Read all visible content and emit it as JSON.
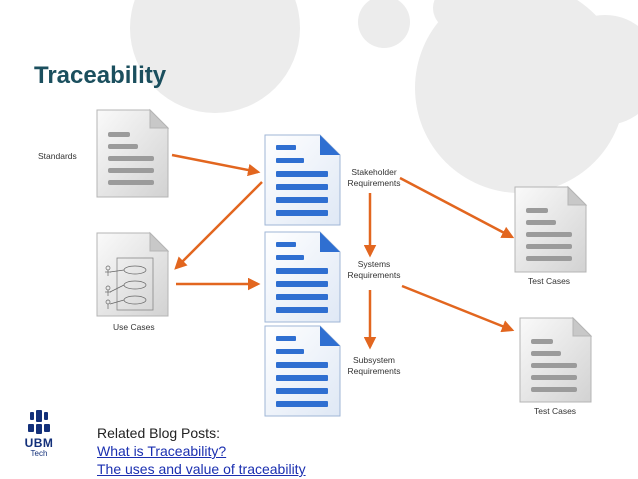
{
  "title": "Traceability",
  "diagram": {
    "standards": "Standards",
    "use_cases": "Use Cases",
    "stakeholder": [
      "Stakeholder",
      "Requirements"
    ],
    "systems": [
      "Systems",
      "Requirements"
    ],
    "subsystem": [
      "Subsystem",
      "Requirements"
    ],
    "test_cases_1": "Test Cases",
    "test_cases_2": "Test Cases"
  },
  "related": {
    "heading": "Related Blog Posts:",
    "links": [
      "What is Traceability?",
      "The uses and value of traceability"
    ]
  },
  "logo": {
    "main": "UBM",
    "sub": "Tech"
  },
  "colors": {
    "title": "#1b4f5e",
    "arrow": "#e2661f",
    "doc_blue": "#2f6fd1",
    "link": "#1a2fb0"
  }
}
